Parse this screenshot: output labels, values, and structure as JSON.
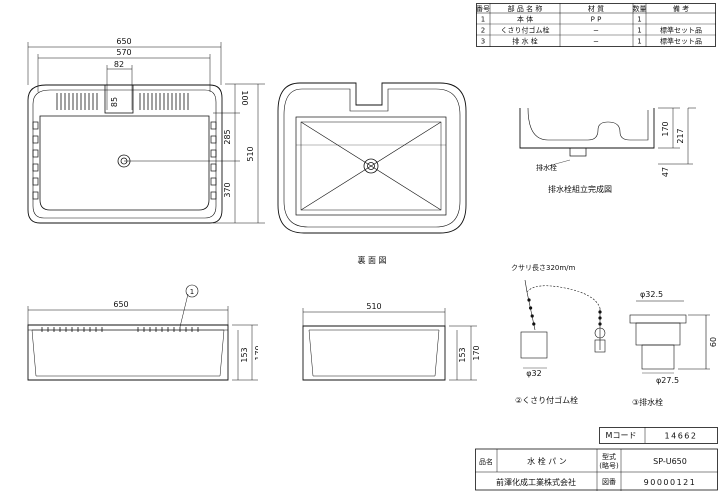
{
  "parts_table": {
    "headers": [
      "番号",
      "部 品 名 称",
      "材 質",
      "数量",
      "備 考"
    ],
    "rows": [
      {
        "no": "1",
        "name": "本 体",
        "material": "P P",
        "qty": "1",
        "note": ""
      },
      {
        "no": "2",
        "name": "くさり付ゴム栓",
        "material": "−",
        "qty": "1",
        "note": "標準セット品"
      },
      {
        "no": "3",
        "name": "排 水 栓",
        "material": "−",
        "qty": "1",
        "note": "標準セット品"
      }
    ]
  },
  "top_view": {
    "dims": {
      "overall_width": "650",
      "inner_width": "570",
      "spout_width": "82",
      "spout_depth": "85",
      "top_offset": "100",
      "drain_offset": "285",
      "inner_depth": "370",
      "overall_depth": "510"
    }
  },
  "bottom_view": {
    "title": "裏 面 図"
  },
  "drain_assembly": {
    "title": "排水栓組立完成図",
    "label": "排水栓",
    "dims": {
      "h1": "170",
      "h2": "217",
      "h3": "47"
    }
  },
  "front_view": {
    "dims": {
      "width": "650",
      "h_inner": "153",
      "h_outer": "170"
    },
    "callout": "1"
  },
  "side_view": {
    "dims": {
      "width": "510",
      "h_inner": "153",
      "h_outer": "170"
    }
  },
  "chain_plug": {
    "chain_label": "クサリ長さ320m/m",
    "dia": "φ32",
    "caption": "②くさり付ゴム栓"
  },
  "drain_plug": {
    "dia_top": "φ32.5",
    "dia_bottom": "φ27.5",
    "height": "60",
    "caption": "③排水栓"
  },
  "title_block": {
    "mcode_label": "Mコード",
    "mcode_value": "14662",
    "name_label": "品名",
    "name_value": "水 栓 パ ン",
    "model_label_1": "型式",
    "model_label_2": "(略号)",
    "model_value": "SP-U650",
    "company": "前澤化成工業株式会社",
    "drawing_label": "図番",
    "drawing_value": "90000121"
  }
}
